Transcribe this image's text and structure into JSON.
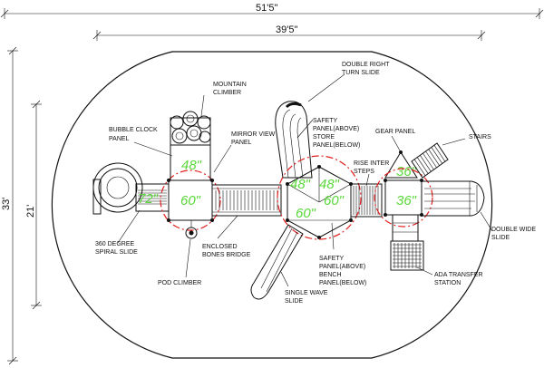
{
  "dimensions": {
    "overall_width": "51'5\"",
    "inner_width": "39'5\"",
    "overall_depth": "33'",
    "inner_depth": "21'"
  },
  "deck_sizes": {
    "left_small": "72\"",
    "left_square": "60\"",
    "top_square": "48\"",
    "hex_left": "48\"",
    "hex_right": "48\"",
    "hex_inner": "60\"",
    "hex_bottom": "60\"",
    "right_triangle": "36\"",
    "right_square": "36\""
  },
  "labels": {
    "mountain_climber": [
      "MOUNTAIN",
      "CLIMBER"
    ],
    "double_right_turn_slide": [
      "DOUBLE RIGHT",
      "TURN SLIDE"
    ],
    "bubble_clock_panel": [
      "BUBBLE CLOCK",
      "PANEL"
    ],
    "mirror_view_panel": [
      "MIRROR VIEW",
      "PANEL"
    ],
    "safety_store_panel": [
      "SAFETY",
      "PANEL(ABOVE)",
      "STORE",
      "PANEL(BELOW)"
    ],
    "gear_panel": [
      "GEAR PANEL"
    ],
    "stairs": [
      "STAIRS"
    ],
    "rise_inter_steps": [
      "RISE INTER",
      "STEPS"
    ],
    "spiral_slide": [
      "360 DEGREE",
      "SPIRAL SLIDE"
    ],
    "enclosed_bones_bridge": [
      "ENCLOSED",
      "BONES BRIDGE"
    ],
    "pod_climber": [
      "POD CLIMBER"
    ],
    "safety_bench_panel": [
      "SAFETY",
      "PANEL(ABOVE)",
      "BENCH",
      "PANEL(BELOW)"
    ],
    "double_wide_slide": [
      "DOUBLE WIDE",
      "SLIDE"
    ],
    "ada_transfer_station": [
      "ADA TRANSFER",
      "STATION"
    ],
    "single_wave_slide": [
      "SINGLE WAVE",
      "SLIDE"
    ]
  }
}
